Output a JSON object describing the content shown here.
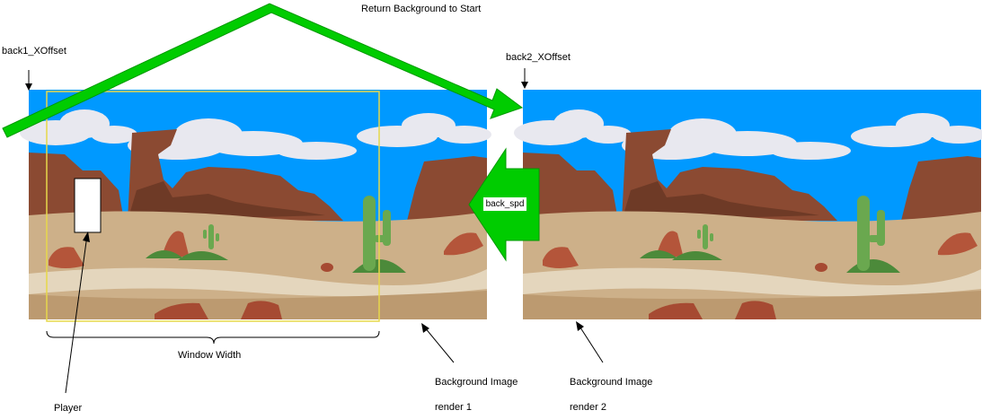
{
  "diagram": {
    "arrow_label": "Return Background to Start",
    "back1_offset_label": "back1_XOffset",
    "back2_offset_label": "back2_XOffset",
    "speed_label": "back_spd",
    "window_label": "Window Width",
    "player_label": "Player",
    "render1_line1": "Background Image",
    "render1_line2": "render 1",
    "render2_line1": "Background Image",
    "render2_line2": "render 2"
  },
  "colors": {
    "sky": "#0099ff",
    "arrow_green": "#00cc00",
    "arrow_stroke": "#009900",
    "window_outline": "#e6d84a",
    "ground": "#cdb089",
    "mesa": "#8b4a32",
    "cactus": "#6aa84f"
  }
}
